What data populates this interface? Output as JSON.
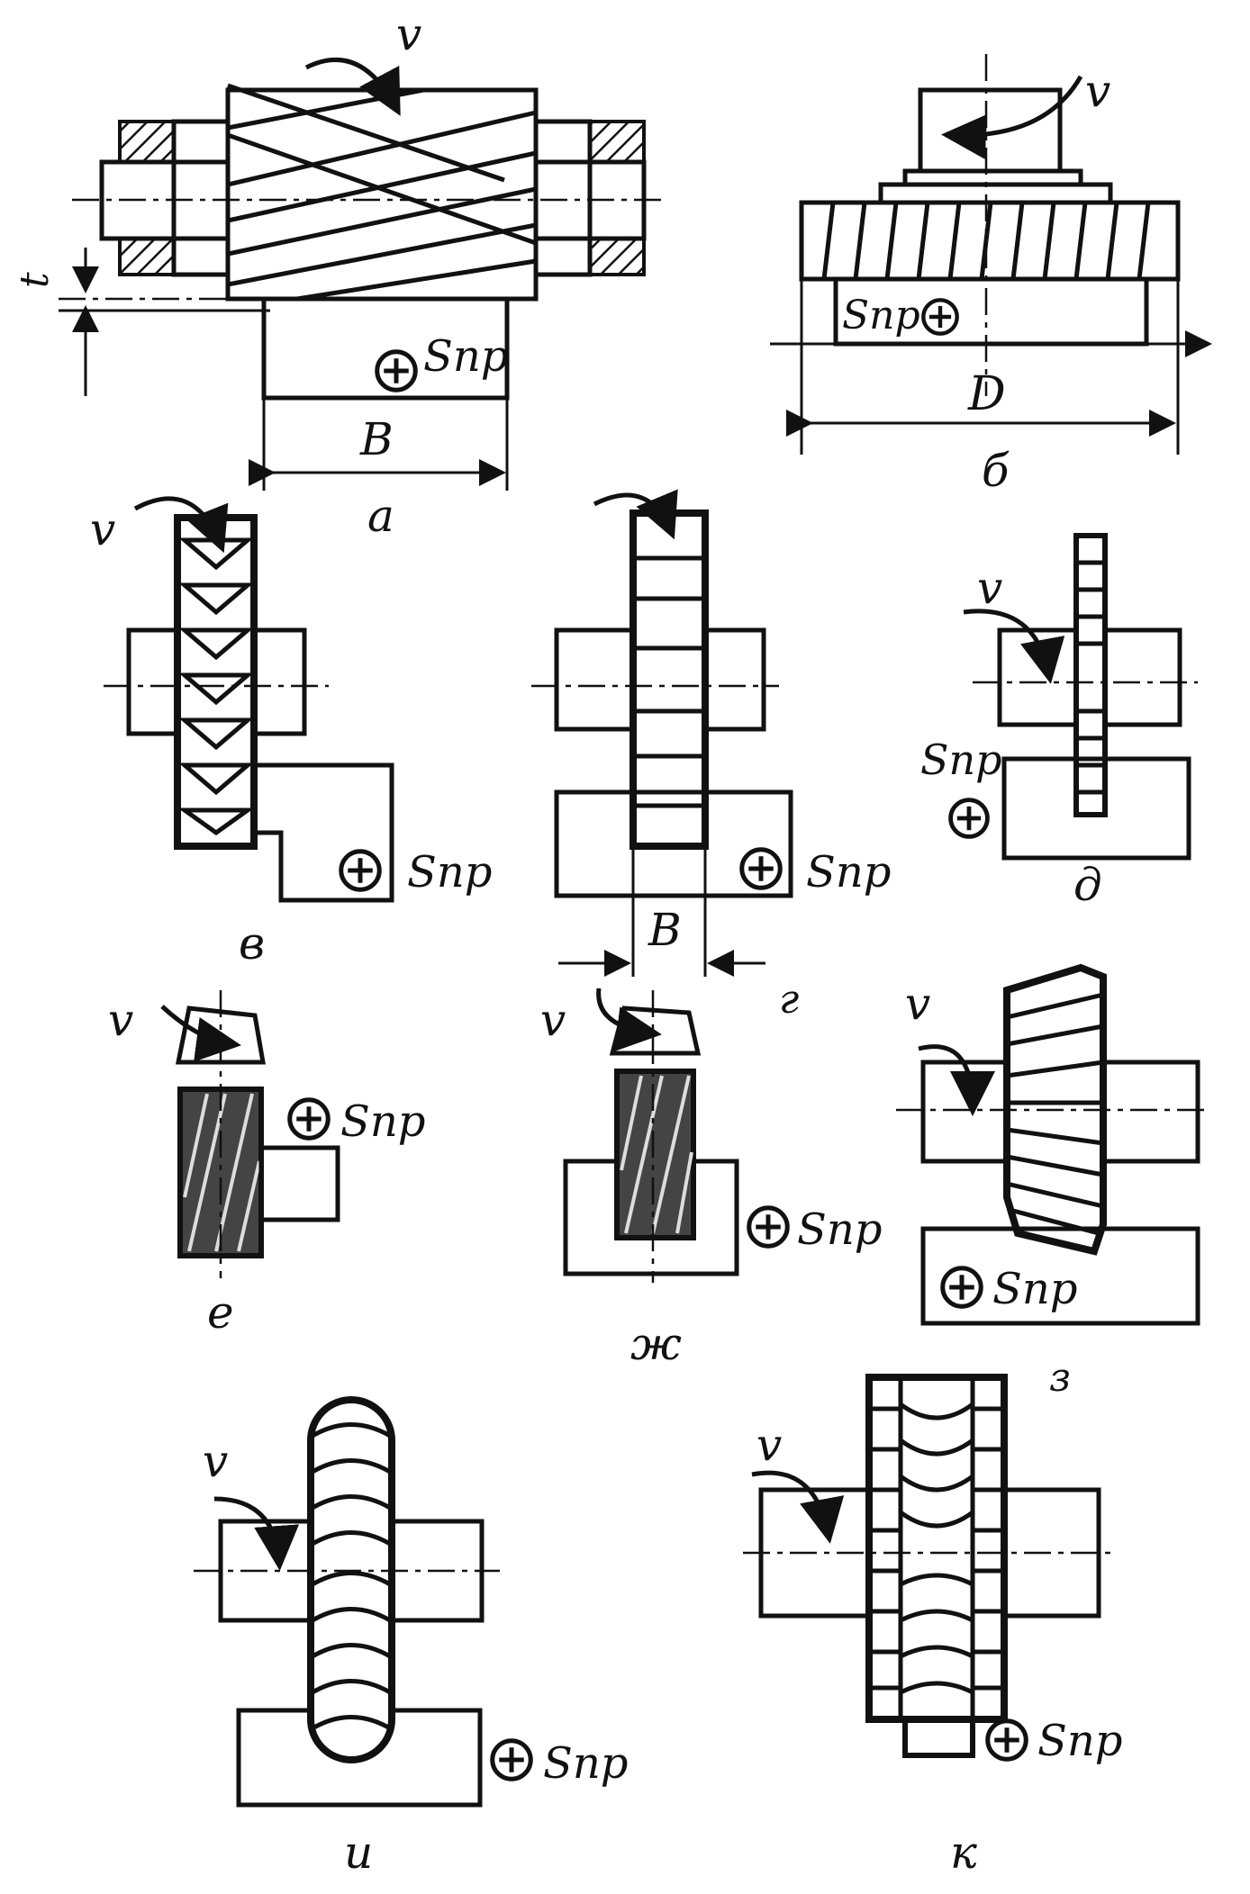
{
  "figures": [
    {
      "id": "a",
      "caption": "а",
      "labels": {
        "velocity": "v",
        "feed": "Sпр",
        "width": "B",
        "depth": "t"
      }
    },
    {
      "id": "b",
      "caption": "б",
      "labels": {
        "velocity": "v",
        "feed": "Sпр",
        "diameter": "D"
      }
    },
    {
      "id": "v",
      "caption": "в",
      "labels": {
        "velocity": "v",
        "feed": "Sпр"
      }
    },
    {
      "id": "g",
      "caption": "г",
      "labels": {
        "feed": "Sпр",
        "width": "B"
      }
    },
    {
      "id": "d",
      "caption": "д",
      "labels": {
        "velocity": "v",
        "feed": "Sпр"
      }
    },
    {
      "id": "e",
      "caption": "е",
      "labels": {
        "velocity": "v",
        "feed": "Sпр"
      }
    },
    {
      "id": "zh",
      "caption": "ж",
      "labels": {
        "velocity": "v",
        "feed": "Sпр"
      }
    },
    {
      "id": "z",
      "caption": "з",
      "labels": {
        "velocity": "v",
        "feed": "Sпр"
      }
    },
    {
      "id": "i",
      "caption": "и",
      "labels": {
        "velocity": "v",
        "feed": "Sпр"
      }
    },
    {
      "id": "k",
      "caption": "к",
      "labels": {
        "velocity": "v",
        "feed": "Sпр"
      }
    }
  ],
  "icons": {
    "feed_symbol": "circled-plus-icon",
    "rotation_arrow": "curved-arrow-icon"
  }
}
